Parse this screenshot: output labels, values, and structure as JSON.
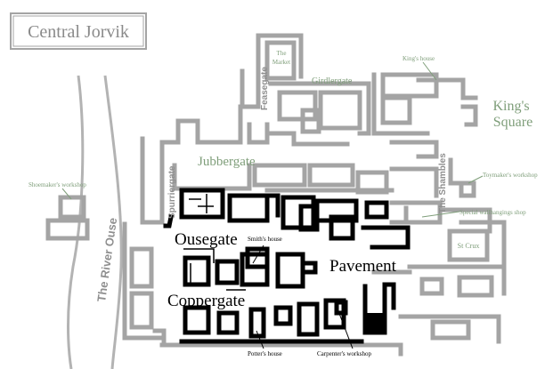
{
  "title": "Central Jorvik",
  "streets": {
    "feasegate": "Feasegate",
    "girdlergate": "Girdlergate",
    "jubbergate": "Jubbergate",
    "spurriergate": "Spurriergate",
    "the_shambles": "The Shambles",
    "the_river_ouse": "The River Ouse",
    "ousegate": "Ousegate",
    "coppergate": "Coppergate",
    "pavement": "Pavement",
    "kings_square_line1": "King's",
    "kings_square_line2": "Square"
  },
  "places": {
    "the_market_line1": "The",
    "the_market_line2": "Market",
    "kings_house": "King's house",
    "shoemakers_workshop": "Shoemaker's workshop",
    "toymakers_workshop": "Toymaker's workshop",
    "special_wallhangings_shop": "Special wallhangings shop",
    "st_crux": "St Crux",
    "smiths_house": "Smith's house",
    "potters_house": "Potter's house",
    "carpenters_workshop": "Carpenter's workshop"
  },
  "colors": {
    "building_outline": "#a4a4a4",
    "highlighted_buildings": "#000000",
    "place_label": "#7f9e7a",
    "street_label": "#8f8f8f"
  }
}
